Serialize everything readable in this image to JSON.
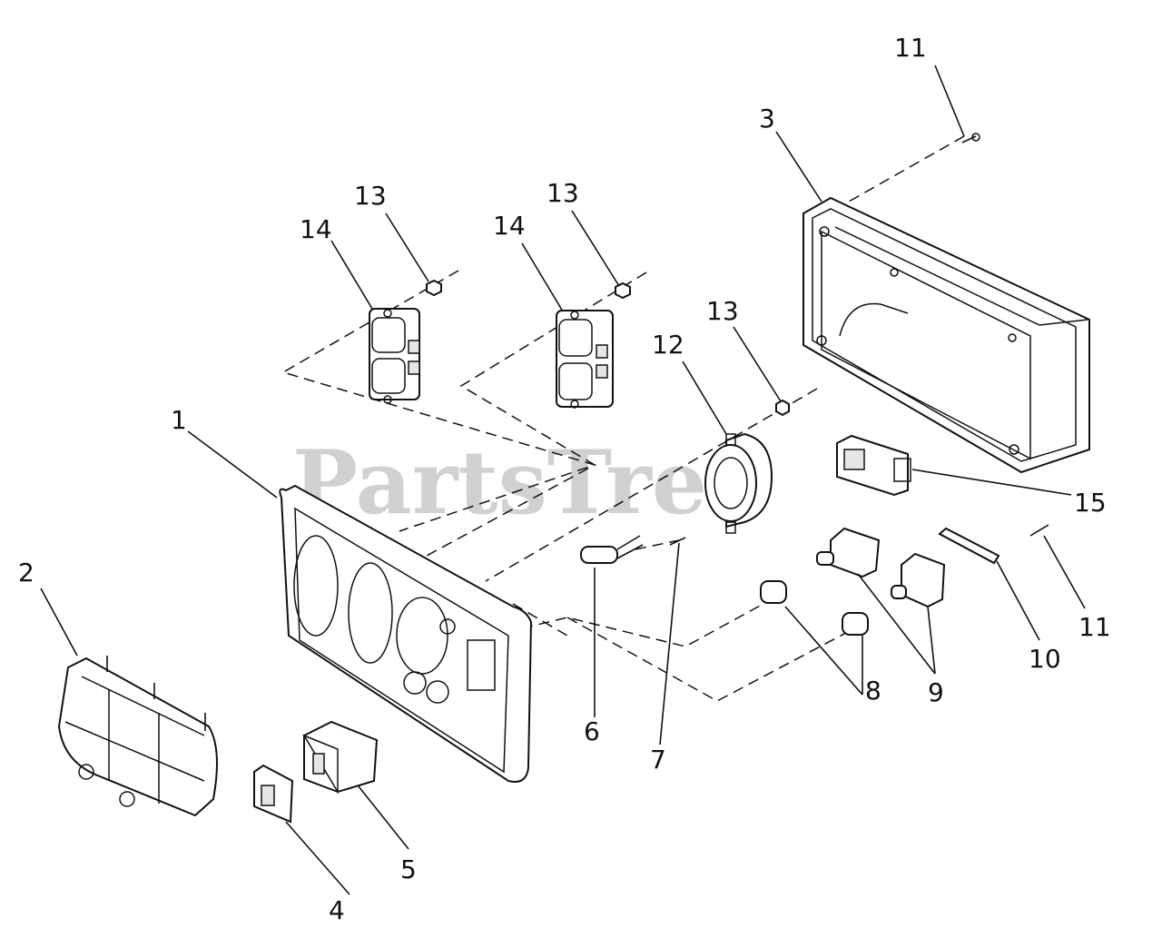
{
  "watermark": {
    "text": "PartsTree",
    "tm": "TM"
  },
  "callouts": [
    {
      "id": "c1",
      "label": "1"
    },
    {
      "id": "c2",
      "label": "2"
    },
    {
      "id": "c3",
      "label": "3"
    },
    {
      "id": "c4",
      "label": "4"
    },
    {
      "id": "c5",
      "label": "5"
    },
    {
      "id": "c6",
      "label": "6"
    },
    {
      "id": "c7",
      "label": "7"
    },
    {
      "id": "c8",
      "label": "8"
    },
    {
      "id": "c9",
      "label": "9"
    },
    {
      "id": "c10",
      "label": "10"
    },
    {
      "id": "c11a",
      "label": "11"
    },
    {
      "id": "c11b",
      "label": "11"
    },
    {
      "id": "c12",
      "label": "12"
    },
    {
      "id": "c13a",
      "label": "13"
    },
    {
      "id": "c13b",
      "label": "13"
    },
    {
      "id": "c13c",
      "label": "13"
    },
    {
      "id": "c14a",
      "label": "14"
    },
    {
      "id": "c14b",
      "label": "14"
    },
    {
      "id": "c15",
      "label": "15"
    }
  ]
}
